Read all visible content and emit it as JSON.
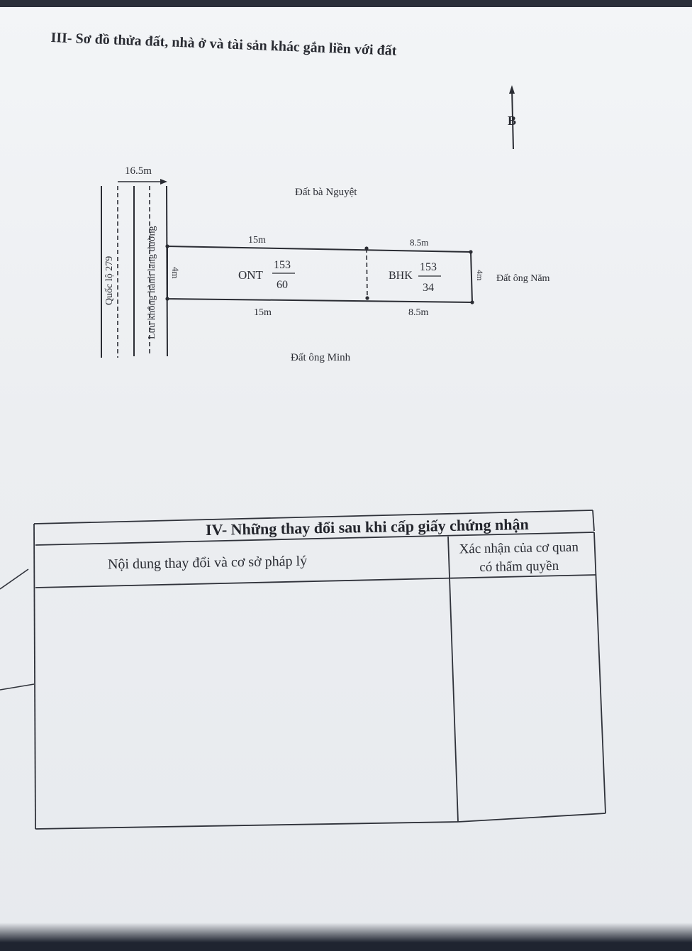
{
  "section3": {
    "title": "III- Sơ đồ thửa đất, nhà ở và tài sản khác gắn liền với đất"
  },
  "plot": {
    "north_label": "B",
    "road_label": "Quốc lộ 279",
    "corridor_label": "Lưu không hành lang đường",
    "corridor_width": "16.5m",
    "neighbor_north": "Đất bà Nguyệt",
    "neighbor_south": "Đất ông Minh",
    "neighbor_east": "Đất ông Năm",
    "left_width": "4m",
    "right_width": "4m",
    "parcel_ont": {
      "type": "ONT",
      "number": "153",
      "area": "60",
      "top_len": "15m",
      "bottom_len": "15m"
    },
    "parcel_bhk": {
      "type": "BHK",
      "number": "153",
      "area": "34",
      "top_len": "8.5m",
      "bottom_len": "8.5m"
    }
  },
  "section4": {
    "title": "IV- Những thay đổi sau khi cấp giấy chứng nhận",
    "col_content": "Nội dung thay đổi và cơ sở pháp lý",
    "col_confirm": "Xác nhận của cơ quan có thẩm quyền"
  }
}
